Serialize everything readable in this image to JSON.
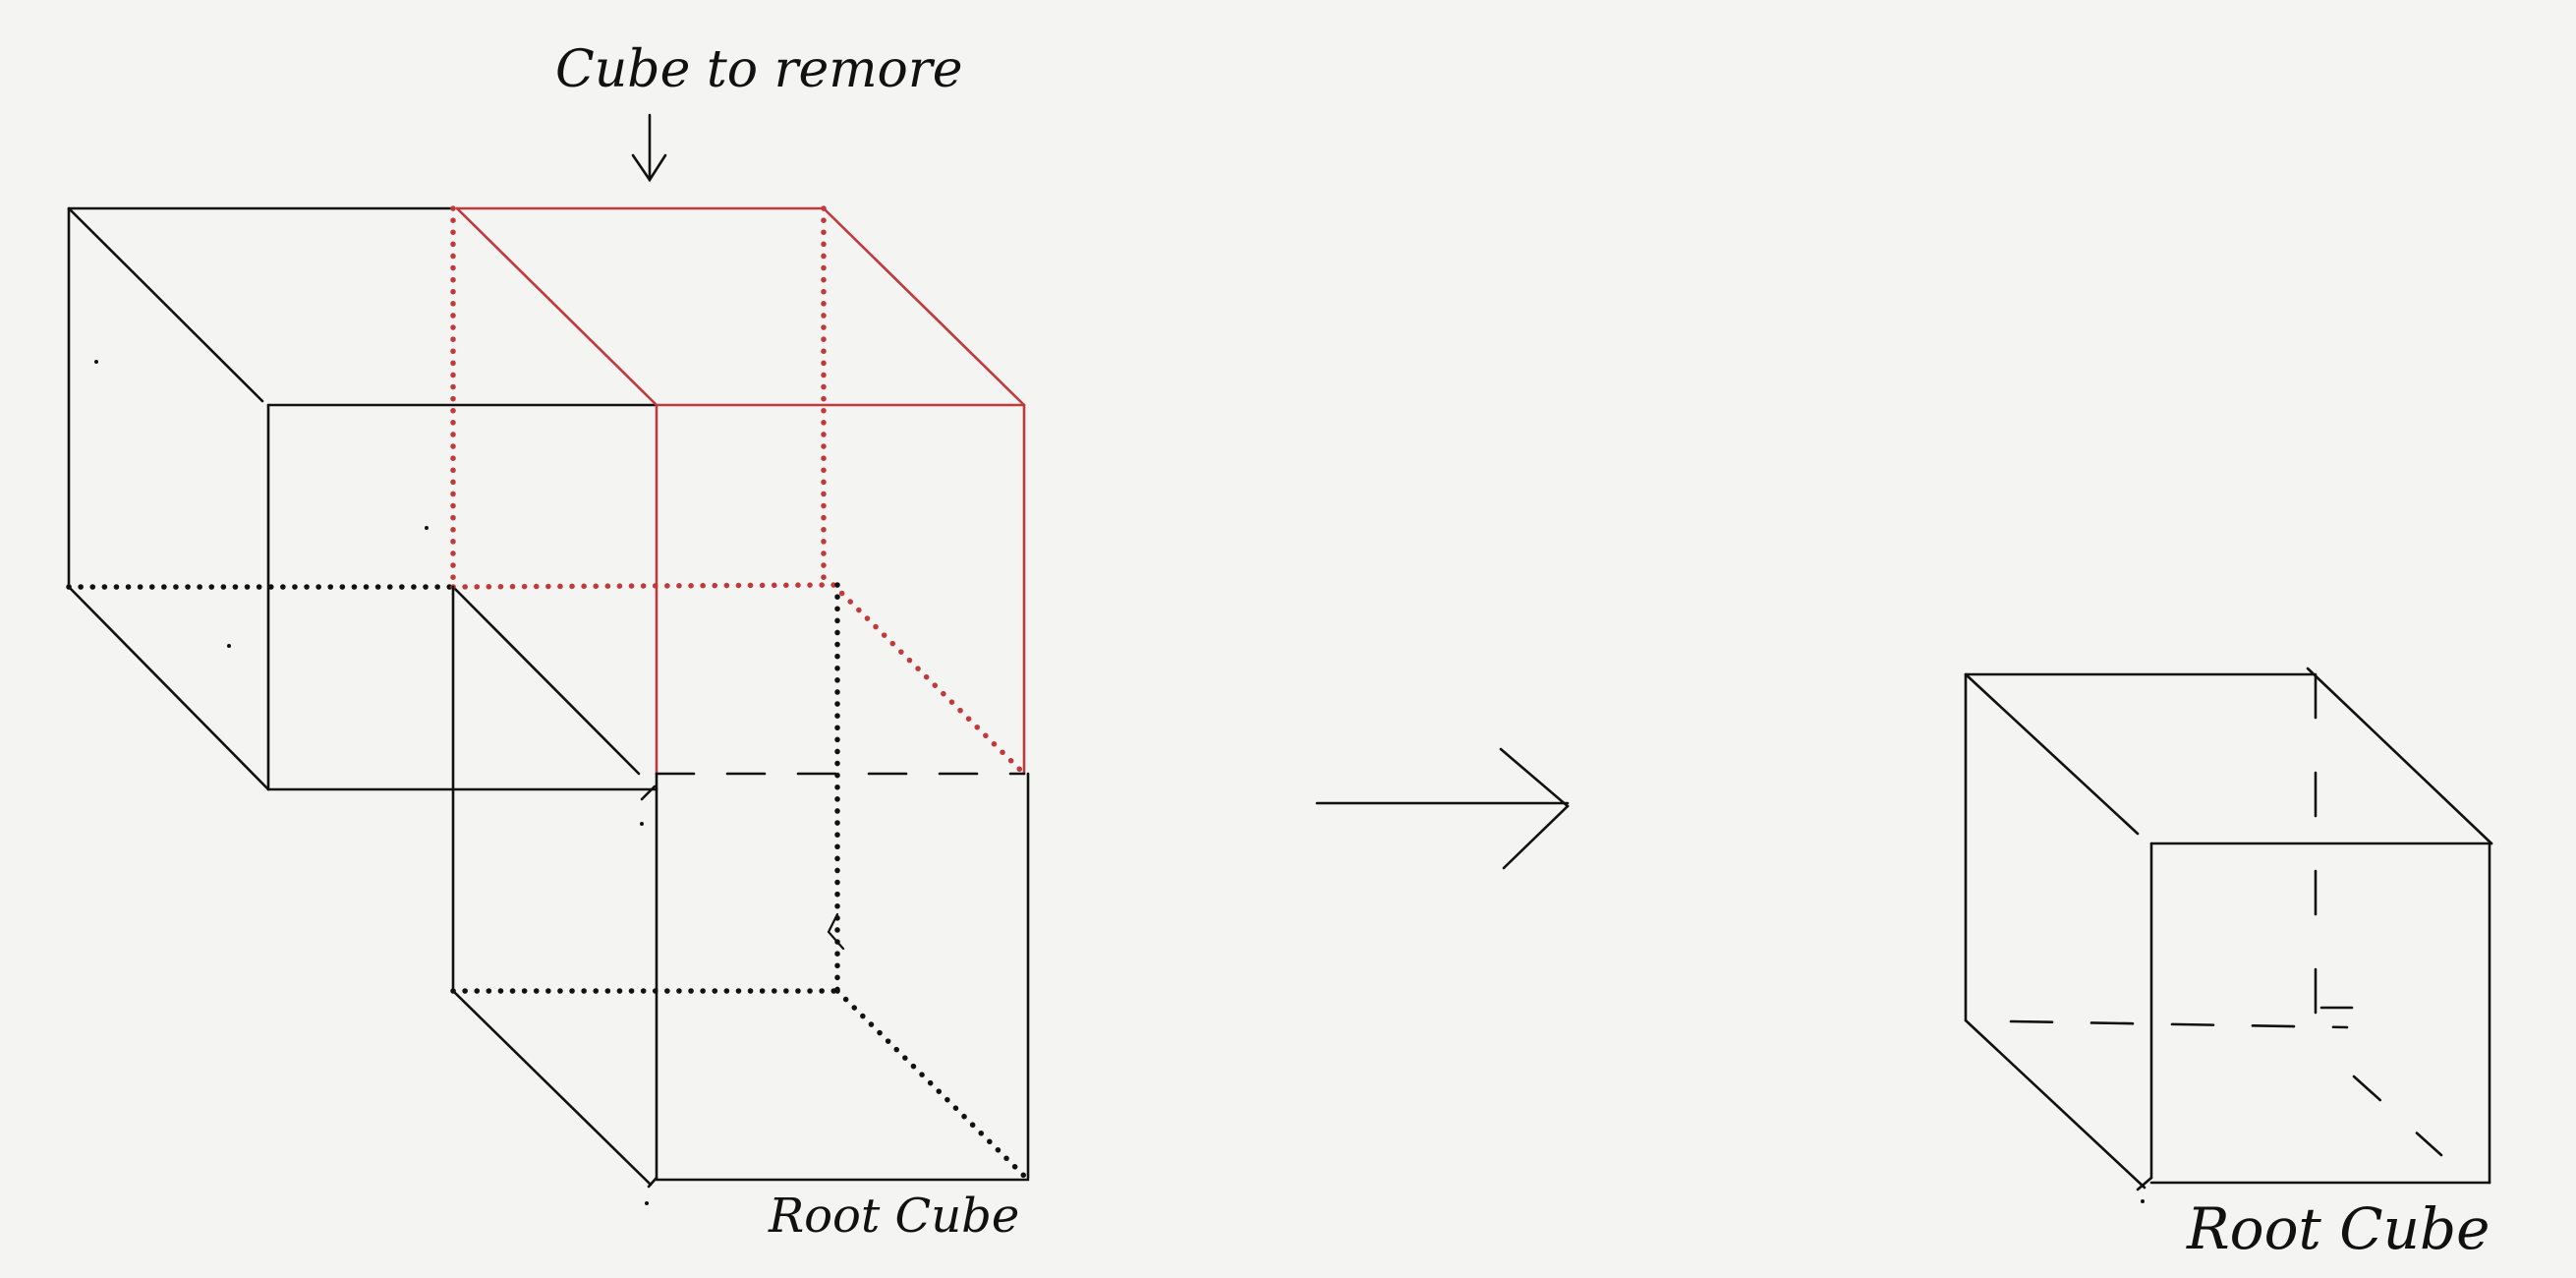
{
  "labels": {
    "annotation": "Cube to remore",
    "left_caption": "Root Cube",
    "right_caption": "Root Cube"
  },
  "colors": {
    "paper": "#f4f4f3",
    "ink": "#111111",
    "removed": "#c0393b"
  },
  "icons": {
    "annotation_arrow": "arrow-down-icon",
    "transition_arrow": "arrow-right-icon"
  }
}
